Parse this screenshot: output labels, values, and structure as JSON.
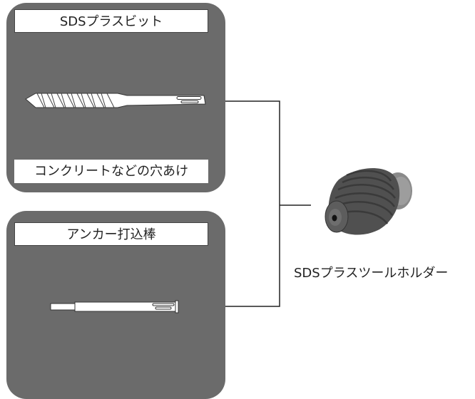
{
  "panels": {
    "bit": {
      "title": "SDSプラスビット",
      "caption": "コンクリートなどの穴あけ"
    },
    "anchor": {
      "title": "アンカー打込棒"
    }
  },
  "holder": {
    "caption": "SDSプラスツールホルダー"
  },
  "colors": {
    "panel": "#6b6b6b",
    "box_bg": "#ffffff",
    "line": "#222222"
  }
}
